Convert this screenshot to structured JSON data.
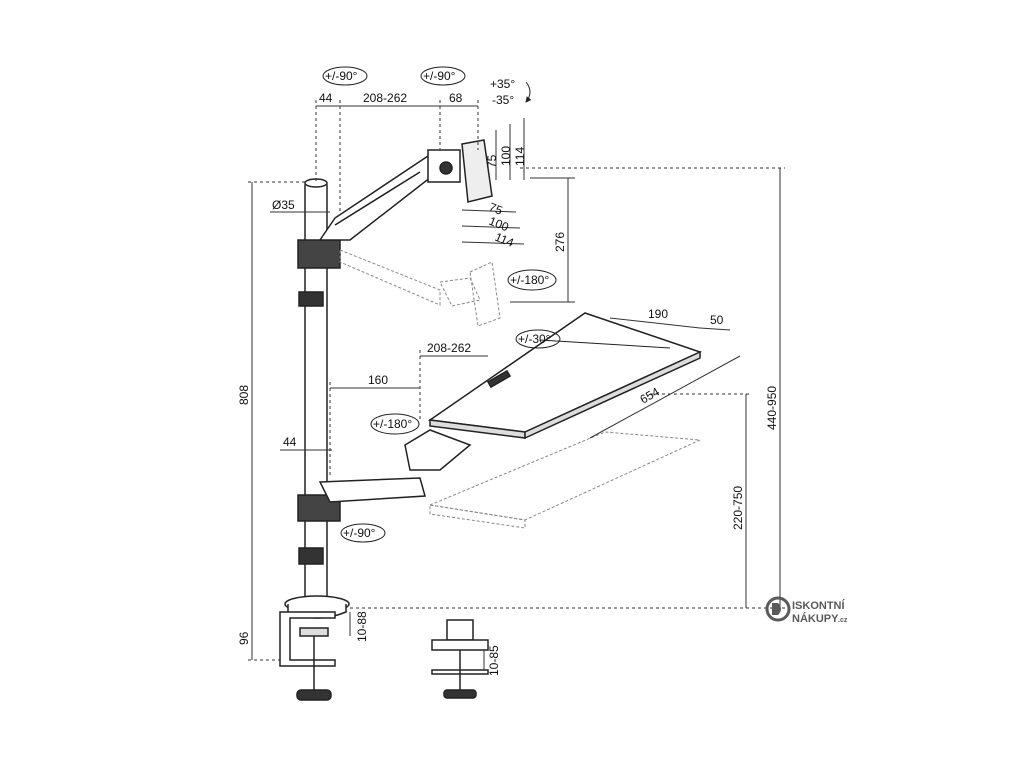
{
  "diagram": {
    "rotation_labels": {
      "upper_arm_swivel": "+/-90°",
      "upper_head_swivel": "+/-90°",
      "tilt_up": "+35°",
      "tilt_down": "-35°",
      "upper_rotation": "+/-180°",
      "keyboard_tilt": "+/-30°",
      "keyboard_swivel": "+/-180°",
      "lower_arm_swivel": "+/-90°"
    },
    "dimensions": {
      "arm_offset_top": "44",
      "arm_reach_top": "208-262",
      "head_depth": "68",
      "pole_diameter": "Ø35",
      "vesa_v_75": "75",
      "vesa_v_100": "100",
      "vesa_v_114": "114",
      "vesa_h_75": "75",
      "vesa_h_100": "100",
      "vesa_h_114": "114",
      "height_travel": "276",
      "tray_depth": "190",
      "tray_lip": "50",
      "arm_reach_lower": "208-262",
      "tray_offset": "160",
      "tray_width": "654",
      "pole_height": "808",
      "arm_offset_lower": "44",
      "tray_height": "220-750",
      "monitor_height": "440-950",
      "clamp_height": "96",
      "clamp_range": "10-88",
      "grommet_range": "10-85"
    }
  },
  "brand": {
    "line1": "ISKONTNÍ",
    "line2": "NÁKUPY",
    "suffix": ".cz",
    "color": "#5a5a5a"
  }
}
